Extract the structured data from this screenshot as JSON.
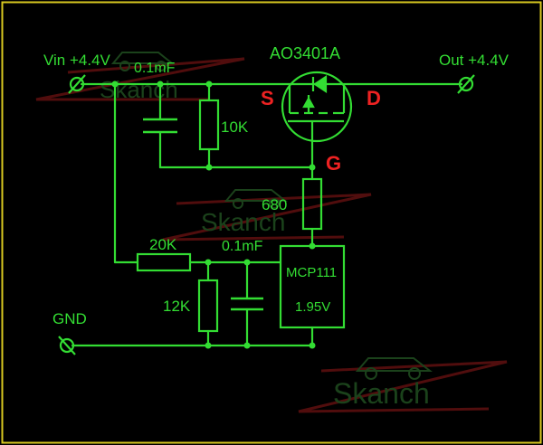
{
  "colors": {
    "background": "#000000",
    "border": "#d8c820",
    "wire": "#33dd33",
    "pin_label": "#ee2222",
    "watermark_red": "#5a0f0f",
    "watermark_green": "#1f4a1f"
  },
  "labels": {
    "vin": "Vin +4.4V",
    "out": "Out +4.4V",
    "gnd": "GND",
    "mosfet_part": "AO3401A",
    "pin_s": "S",
    "pin_d": "D",
    "pin_g": "G",
    "cap_top": "0.1mF",
    "r_10k": "10K",
    "r_680": "680",
    "r_20k": "20K",
    "cap_bottom": "0.1mF",
    "r_12k": "12K",
    "ic_name": "MCP111",
    "ic_voltage": "1.95V"
  },
  "watermark": {
    "text": "Skanch",
    "icon": "car-icon"
  }
}
